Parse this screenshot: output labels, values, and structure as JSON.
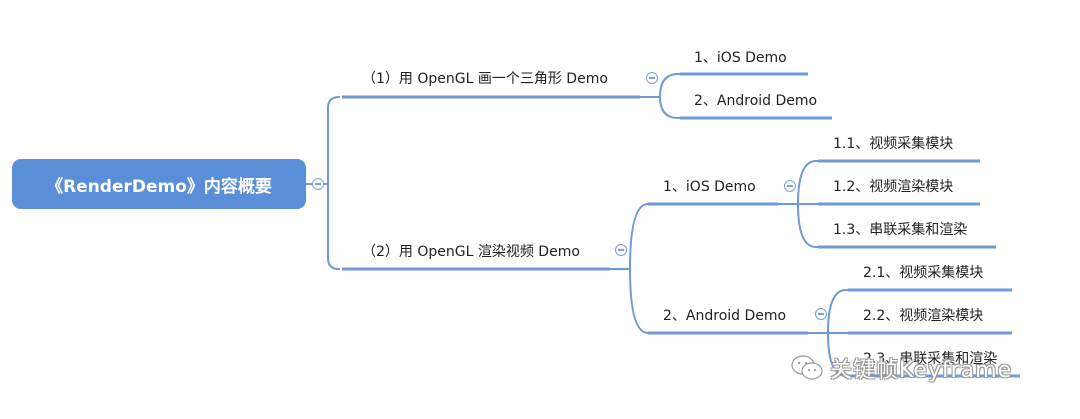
{
  "root": {
    "label": "《RenderDemo》内容概要"
  },
  "branches": [
    {
      "label": "（1）用 OpenGL 画一个三角形 Demo",
      "children": [
        {
          "label": "1、iOS Demo",
          "children": []
        },
        {
          "label": "2、Android Demo",
          "children": []
        }
      ]
    },
    {
      "label": "（2）用 OpenGL 渲染视频 Demo",
      "children": [
        {
          "label": "1、iOS Demo",
          "children": [
            "1.1、视频采集模块",
            "1.2、视频渲染模块",
            "1.3、串联采集和渲染"
          ]
        },
        {
          "label": "2、Android Demo",
          "children": [
            "2.1、视频采集模块",
            "2.2、视频渲染模块",
            "2.3、串联采集和渲染"
          ]
        }
      ]
    }
  ],
  "watermark": {
    "text": "关键帧Keyframe",
    "icon": "wechat-icon"
  },
  "colors": {
    "root_fill": "#5b8ed8",
    "line": "#6f9ad8",
    "toggle": "#7aa2dc",
    "text": "#222222"
  }
}
